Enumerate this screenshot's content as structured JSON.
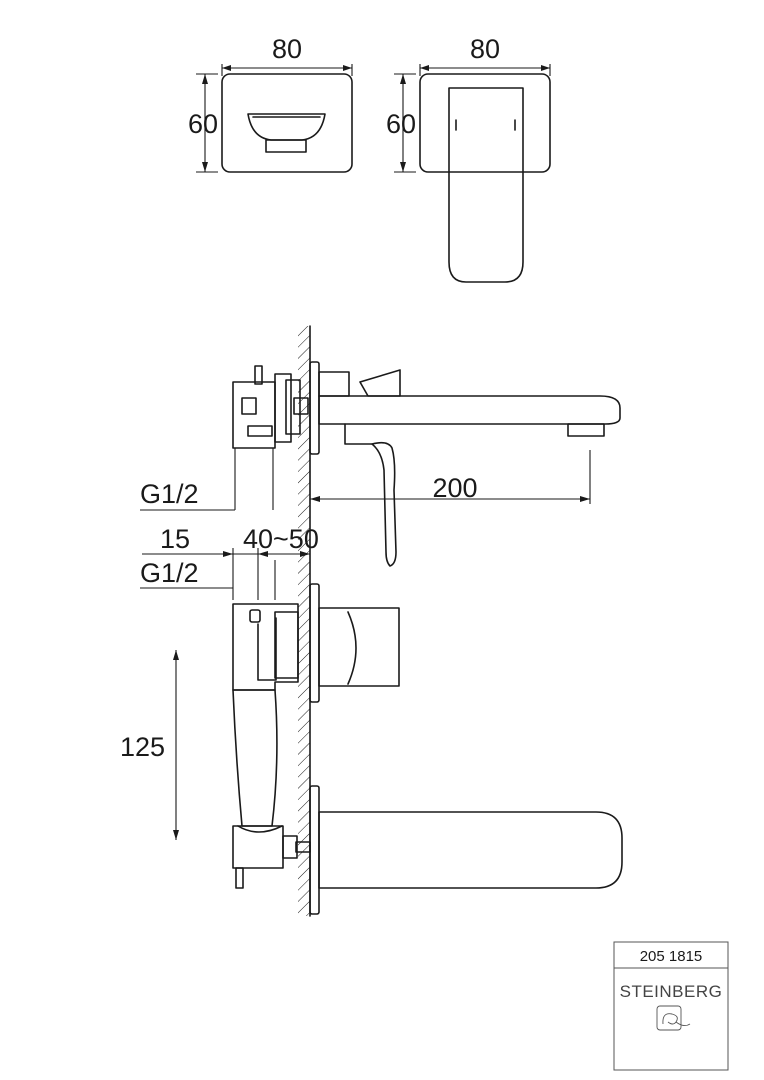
{
  "dimensions": {
    "top_left_width": "80",
    "top_left_height": "60",
    "top_right_width": "80",
    "top_right_height": "60",
    "spout_length": "200",
    "thread_upper": "G1/2",
    "offset": "15",
    "depth_range": "40~50",
    "thread_lower": "G1/2",
    "spacing": "125"
  },
  "brand": {
    "model_number": "205 1815",
    "name": "STEINBERG",
    "logo_icon": "faucet-logo-icon"
  }
}
